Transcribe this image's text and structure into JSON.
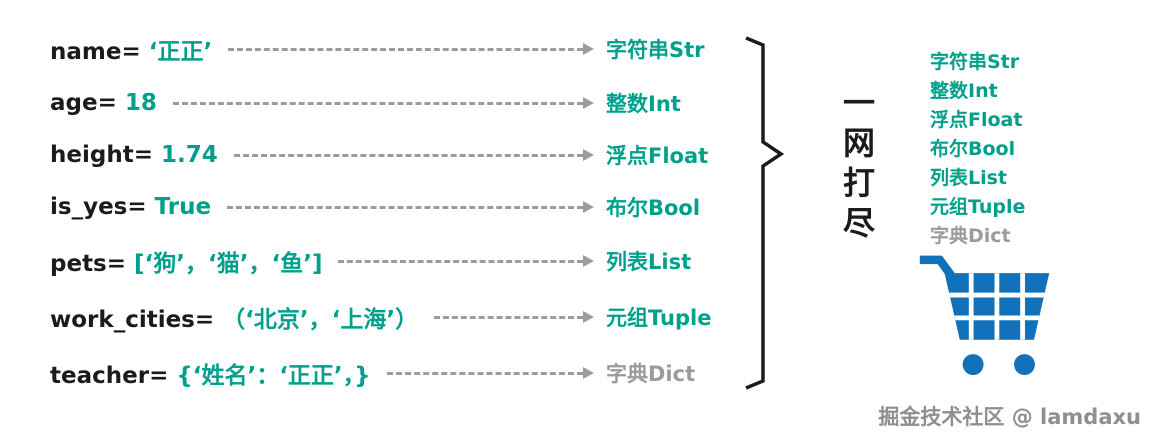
{
  "colors": {
    "teal": "#00A08C",
    "gray": "#9B9B9B",
    "ink": "#1B1B1B",
    "arrow": "#9C9C9C",
    "cart_blue": "#1171BB",
    "watermark": "#8F8F8F"
  },
  "rows": [
    {
      "var": "name=",
      "value": "‘正正’",
      "type": "字符串Str"
    },
    {
      "var": "age=",
      "value": "18",
      "type": "整数Int"
    },
    {
      "var": "height=",
      "value": "1.74",
      "type": "浮点Float"
    },
    {
      "var": "is_yes=",
      "value": "True",
      "type": "布尔Bool"
    },
    {
      "var": "pets=",
      "value": "[‘狗’，‘猫’，‘鱼’]",
      "type": "列表List"
    },
    {
      "var": "work_cities=",
      "value": "（‘北京’，‘上海’）",
      "type": "元组Tuple"
    },
    {
      "var": "teacher=",
      "value": "{‘姓名’：‘正正’，}",
      "type": "字典Dict"
    }
  ],
  "caption": "一网打尽",
  "summary": [
    "字符串Str",
    "整数Int",
    "浮点Float",
    "布尔Bool",
    "列表List",
    "元组Tuple",
    "字典Dict"
  ],
  "watermark": "掘金技术社区 @ lamdaxu"
}
